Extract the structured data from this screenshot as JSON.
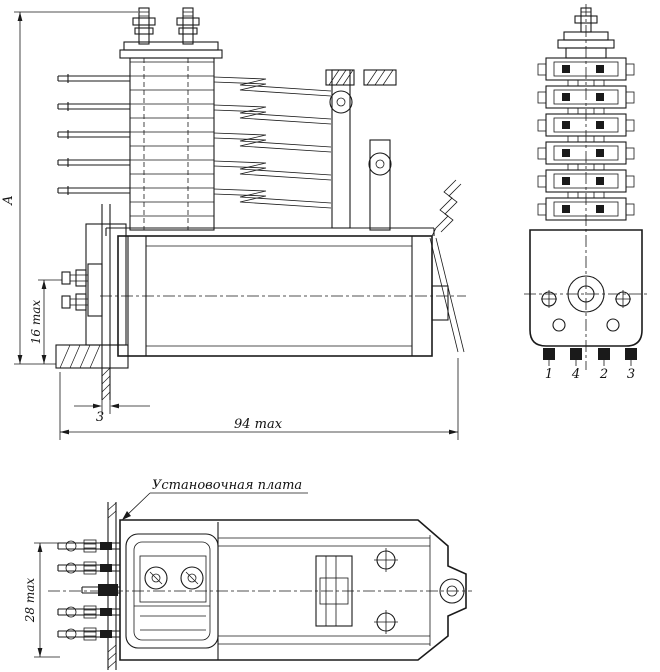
{
  "drawing": {
    "labels": {
      "dim_a": "A",
      "dim_16_max": "16 max",
      "dim_3": "3",
      "dim_94_max": "94 max",
      "dim_28_max": "28 max",
      "mounting_plate": "Установочная плата"
    },
    "terminal_numbers": [
      "1",
      "4",
      "2",
      "3"
    ],
    "colors": {
      "line": "#1a1a1a",
      "background": "#ffffff"
    }
  }
}
